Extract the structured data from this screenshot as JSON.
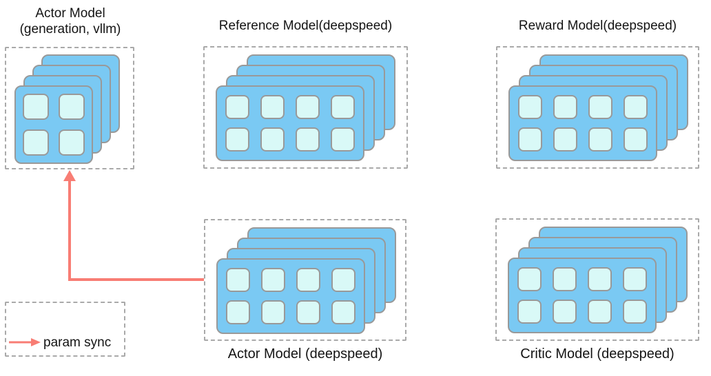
{
  "blocks": {
    "actor_generation": {
      "title_line1": "Actor Model",
      "title_line2": "(generation, vllm)",
      "card_count": 4,
      "cell_grid": "2x2"
    },
    "reference": {
      "title": "Reference Model(deepspeed)",
      "card_count": 4,
      "cell_grid": "4x2"
    },
    "reward": {
      "title": "Reward Model(deepspeed)",
      "card_count": 4,
      "cell_grid": "4x2"
    },
    "actor_deepspeed": {
      "title": "Actor Model (deepspeed)",
      "card_count": 4,
      "cell_grid": "4x2"
    },
    "critic": {
      "title": "Critic Model (deepspeed)",
      "card_count": 4,
      "cell_grid": "4x2"
    }
  },
  "legend": {
    "label": "param sync"
  },
  "arrow": {
    "meaning": "param sync",
    "from": "Actor Model (deepspeed)",
    "to": "Actor Model (generation, vllm)"
  },
  "colors": {
    "card_fill": "#7AC9F3",
    "cell_fill": "#D9F9F7",
    "card_border": "#999999",
    "dash_border": "#A9A9A9",
    "arrow": "#F87D74",
    "text": "#141414"
  }
}
